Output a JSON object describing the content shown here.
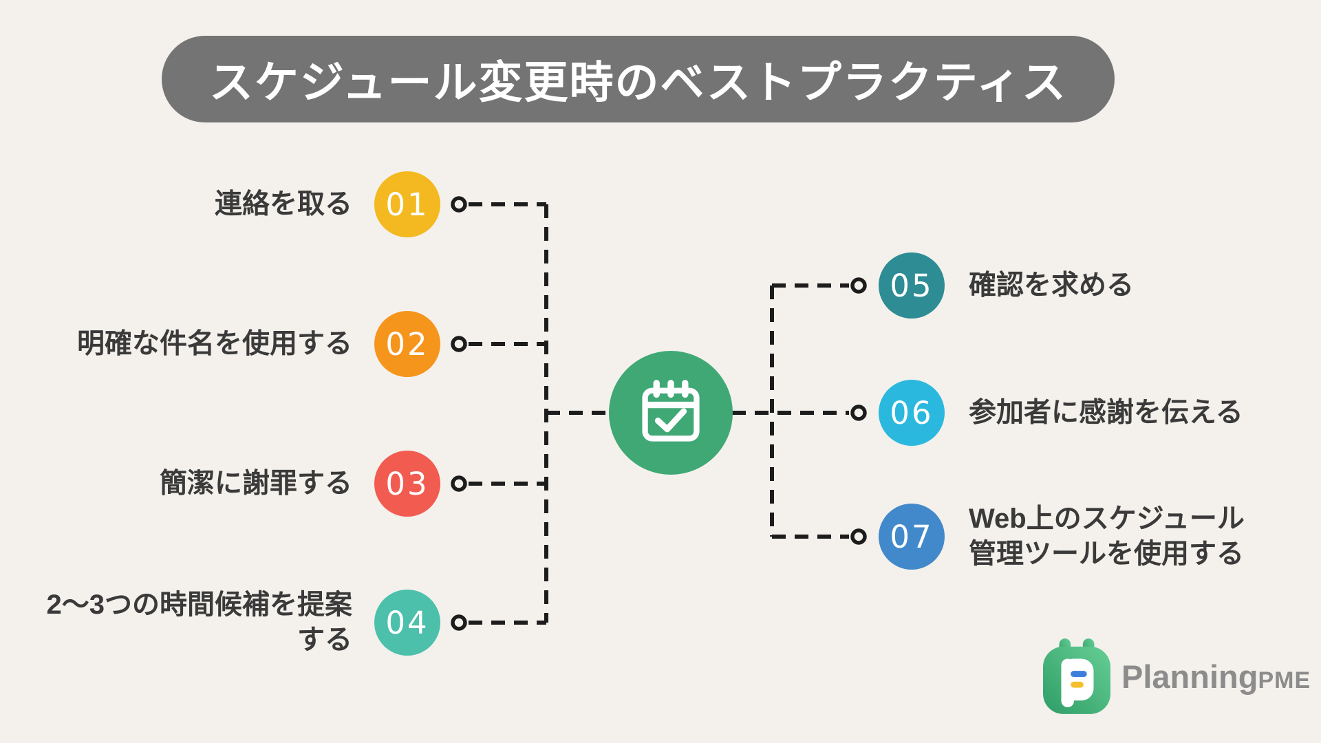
{
  "title": "スケジュール変更時のベストプラクティス",
  "colors": {
    "background": "#F4F1EC",
    "banner": "#747474",
    "title_text": "#FFFFFF",
    "label_text": "#3A3A3A",
    "number_text": "#FFFFFF",
    "connector": "#1C1C1C",
    "hub": "#3FA875",
    "logo_text": "#8C8C8C"
  },
  "hub": {
    "icon": "calendar-check-icon"
  },
  "items": [
    {
      "number": "01",
      "label": "連絡を取る",
      "lines": [
        "連絡を取る"
      ],
      "color": "#F4B820",
      "side": "left"
    },
    {
      "number": "02",
      "label": "明確な件名を使用する",
      "lines": [
        "明確な件名を使用する"
      ],
      "color": "#F6951C",
      "side": "left"
    },
    {
      "number": "03",
      "label": "簡潔に謝罪する",
      "lines": [
        "簡潔に謝罪する"
      ],
      "color": "#F25B50",
      "side": "left"
    },
    {
      "number": "04",
      "label": "2〜3つの時間候補を提案する",
      "lines": [
        "2〜3つの時間候補を提案",
        "する"
      ],
      "color": "#4CC0AB",
      "side": "left"
    },
    {
      "number": "05",
      "label": "確認を求める",
      "lines": [
        "確認を求める"
      ],
      "color": "#2E8C95",
      "side": "right"
    },
    {
      "number": "06",
      "label": "参加者に感謝を伝える",
      "lines": [
        "参加者に感謝を伝える"
      ],
      "color": "#2BB8DE",
      "side": "right"
    },
    {
      "number": "07",
      "label": "Web上のスケジュール管理ツールを使用する",
      "lines": [
        "Web上のスケジュール",
        "管理ツールを使用する"
      ],
      "color": "#4289CB",
      "side": "right"
    }
  ],
  "logo": {
    "icon": "planningpme-logo-icon",
    "brand": "Planning",
    "suffix": "PME",
    "icon_green_dark": "#2E9D66",
    "icon_green_light": "#66CE95",
    "icon_blue": "#3D7EDB",
    "icon_yellow": "#F4C02C"
  }
}
